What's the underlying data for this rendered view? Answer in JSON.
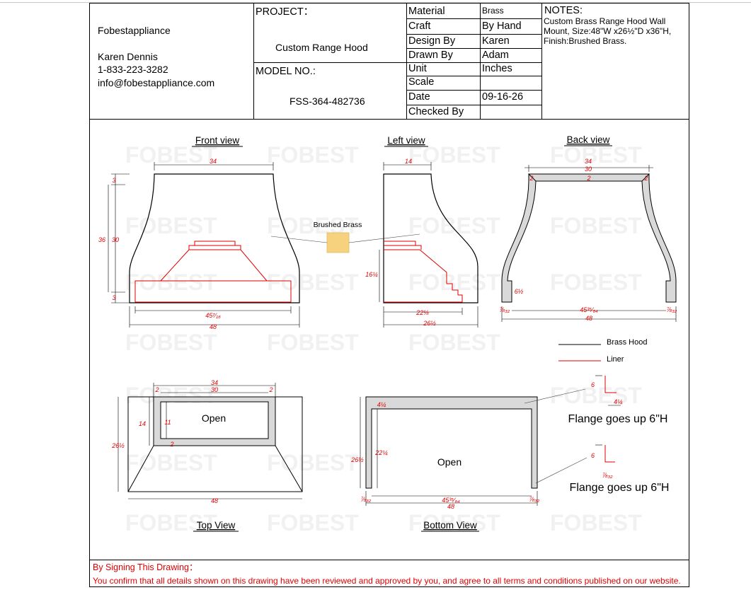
{
  "company": {
    "name": "Fobestappliance",
    "contact": "Karen Dennis",
    "phone": "1-833-223-3282",
    "email": "info@fobestappliance.com"
  },
  "project": {
    "label": "PROJECT：",
    "value": "Custom Range Hood"
  },
  "model": {
    "label": "MODEL NO.:",
    "value": "FSS-364-482736"
  },
  "fields": [
    {
      "label": "Material",
      "value": "Brass"
    },
    {
      "label": "Craft",
      "value": "By Hand"
    },
    {
      "label": "Design By",
      "value": "Karen"
    },
    {
      "label": "Drawn By",
      "value": "Adam"
    },
    {
      "label": "Unit",
      "value": "Inches"
    },
    {
      "label": "Scale",
      "value": ""
    },
    {
      "label": "Date",
      "value": "09-16-26"
    },
    {
      "label": "Checked By",
      "value": ""
    }
  ],
  "notes": {
    "label": "NOTES:",
    "text": "Custom Brass Range Hood Wall Mount, Size:48\"W x26½\"D x36\"H, Finish:Brushed Brass."
  },
  "views": {
    "front": "Front view",
    "left": "Left view",
    "back": "Back view",
    "top": "Top View",
    "bottom": "Bottom View"
  },
  "swatch": {
    "label": "Brushed Brass",
    "color": "#f7d27e"
  },
  "legend": {
    "brass": "Brass Hood",
    "liner": "Liner"
  },
  "flange": {
    "upper": "Flange goes up 6\"H",
    "lower": "Flange goes up 6\"H"
  },
  "open": {
    "top": "Open",
    "bottom": "Open"
  },
  "dims": {
    "front_top": "34",
    "front_h_outer": "36",
    "front_h_inner": "30",
    "front_top_off": "3",
    "front_bot_off": "3",
    "front_liner_w": "45⁷⁄₁₆",
    "front_w": "48",
    "left_top": "14",
    "left_liner_h": "16¼",
    "left_liner_w": "22⅛",
    "left_w": "26½",
    "back_top_outer": "34",
    "back_top_inner": "30",
    "back_mid": "2",
    "back_side_l": "2",
    "back_side_r": "2",
    "back_notch": "6½",
    "back_gap_l": "⅞₃₂",
    "back_gap_r": "⅞₃₂",
    "back_inner_w": "45³⁵⁄₆₄",
    "back_w": "48",
    "top_outer": "34",
    "top_inner": "30",
    "top_l": "2",
    "top_r": "2",
    "top_h": "14",
    "top_open_h": "11",
    "top_open_off": "2",
    "top_depth": "26½",
    "top_w": "48",
    "bot_top": "4¼",
    "bot_depth": "26½",
    "bot_inner": "22¼",
    "bot_gap_l": "⅞₃₂",
    "bot_gap_r": "⅞₃₂",
    "bot_inner_w": "45³⁵⁄₆₄",
    "bot_w": "48",
    "fl1_h": "6",
    "fl1_w": "4¼",
    "fl2_h": "6",
    "fl2_w": "⅞₃₂"
  },
  "footer": {
    "title": "By Signing This Drawing：",
    "text": "You confirm that all details shown on this drawing have been reviewed and approved by you, and agree to all terms and conditions published on our website."
  },
  "colors": {
    "brass": "#000000",
    "liner": "#e00000",
    "fill": "#d9d9d9"
  }
}
